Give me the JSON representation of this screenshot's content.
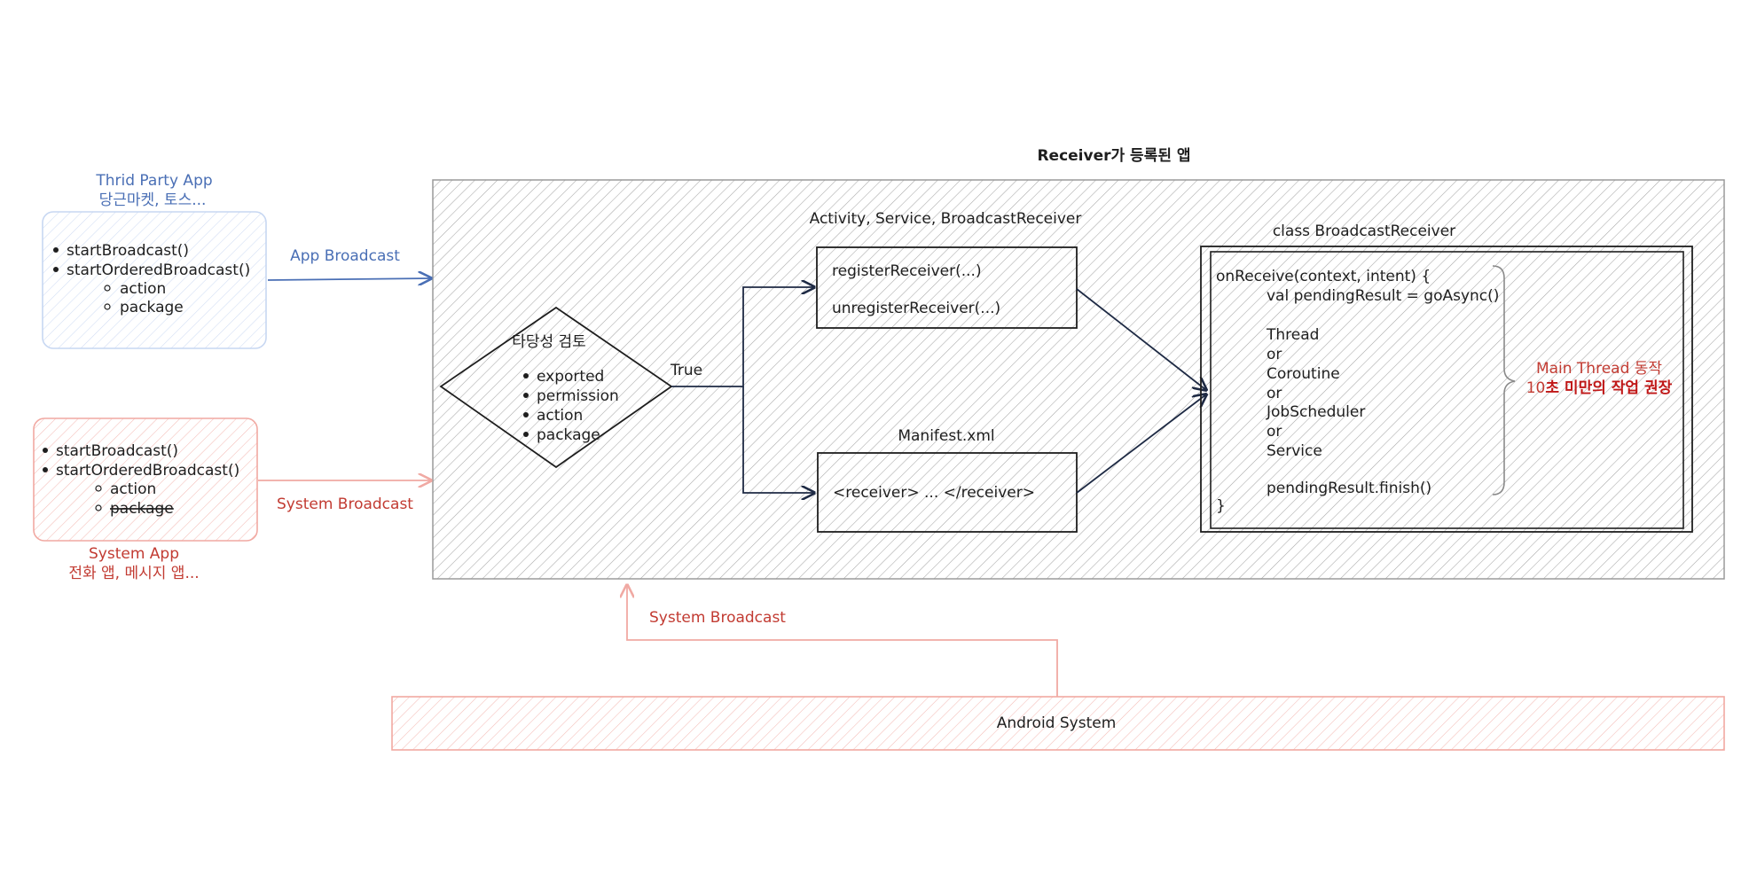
{
  "receiver_app": {
    "title": "Receiver가 등록된 앱",
    "components_label": "Activity, Service, BroadcastReceiver",
    "validation": {
      "title": "타당성 검토",
      "items": [
        "exported",
        "permission",
        "action",
        "package"
      ],
      "true_label": "True"
    },
    "dynamic_box": {
      "register": "registerReceiver(...)",
      "unregister": "unregisterReceiver(...)"
    },
    "manifest": {
      "title": "Manifest.xml",
      "content": "<receiver> ... </receiver>"
    },
    "broadcast_receiver_class": {
      "title": "class BroadcastReceiver",
      "code_lines": [
        "onReceive(context, intent) {",
        "val pendingResult = goAsync()",
        "",
        "Thread",
        "or",
        "Coroutine",
        "or",
        "JobScheduler",
        "or",
        "Service",
        "",
        "pendingResult.finish()",
        "}"
      ],
      "note_line1": "Main Thread 동작",
      "note_line2_prefix": "10",
      "note_line2_strong": "초 미만의 작업 권장"
    }
  },
  "third_party": {
    "title_line1": "Thrid Party App",
    "title_line2": "당근마켓, 토스...",
    "bullets": [
      "startBroadcast()",
      "startOrderedBroadcast()"
    ],
    "sub_bullets": [
      "action",
      "package"
    ],
    "arrow_label": "App Broadcast"
  },
  "system_app": {
    "title_line1": "System App",
    "title_line2": "전화 앱, 메시지 앱...",
    "bullets": [
      "startBroadcast()",
      "startOrderedBroadcast()"
    ],
    "sub_bullets": [
      "action",
      "package"
    ],
    "arrow_label": "System Broadcast"
  },
  "android_system": {
    "label": "Android System",
    "arrow_label": "System Broadcast"
  },
  "colors": {
    "blue": "#4a6fb5",
    "red": "#c23b32",
    "dark": "#1e1e1e",
    "navy": "#1e2a44"
  }
}
